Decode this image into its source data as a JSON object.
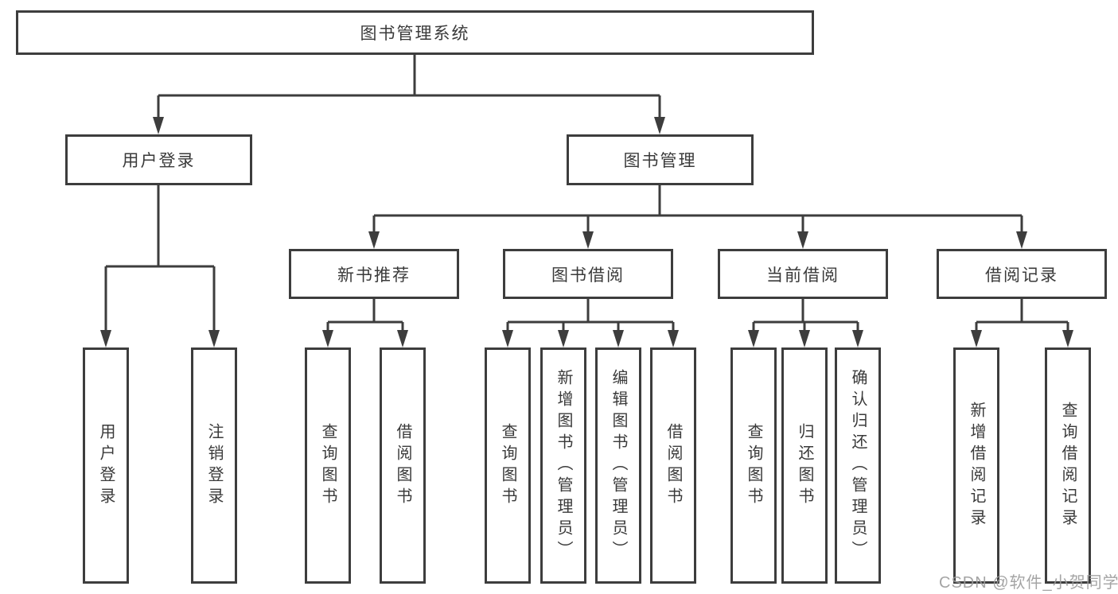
{
  "diagram": {
    "title": "图书管理系统",
    "root": "图书管理系统",
    "branches": [
      {
        "label": "用户登录",
        "children": [
          "用户登录",
          "注销登录"
        ]
      },
      {
        "label": "图书管理",
        "sections": [
          {
            "label": "新书推荐",
            "children": [
              "查询图书",
              "借阅图书"
            ]
          },
          {
            "label": "图书借阅",
            "children": [
              "查询图书",
              "新增图书（管理员）",
              "编辑图书（管理员）",
              "借阅图书"
            ]
          },
          {
            "label": "当前借阅",
            "children": [
              "查询图书",
              "归还图书",
              "确认归还（管理员）"
            ]
          },
          {
            "label": "借阅记录",
            "children": [
              "新增借阅记录",
              "查询借阅记录"
            ]
          }
        ]
      }
    ]
  },
  "watermark": "CSDN @软件_小贺同学",
  "colors": {
    "line": "#3d3d3d",
    "border": "#3d3d3d",
    "text": "#3a3a3a",
    "watermark": "#9b9b9b",
    "background": "#ffffff"
  }
}
